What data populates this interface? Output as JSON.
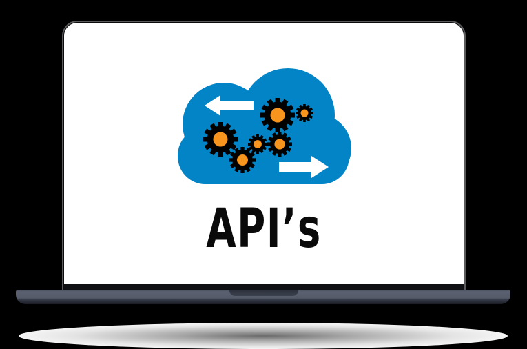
{
  "screen": {
    "title": "API’s",
    "background": "#ffffff"
  },
  "illustration": {
    "name": "cloud-with-gears",
    "cloud_color": "#0384c6",
    "gear_color": "#000000",
    "gear_center_color": "#f7941d",
    "arrow_color": "#ffffff",
    "arrows": [
      "left-arrow",
      "right-arrow"
    ],
    "gear_count": 6
  },
  "device": {
    "type": "laptop",
    "body_color": "#4f5563"
  }
}
